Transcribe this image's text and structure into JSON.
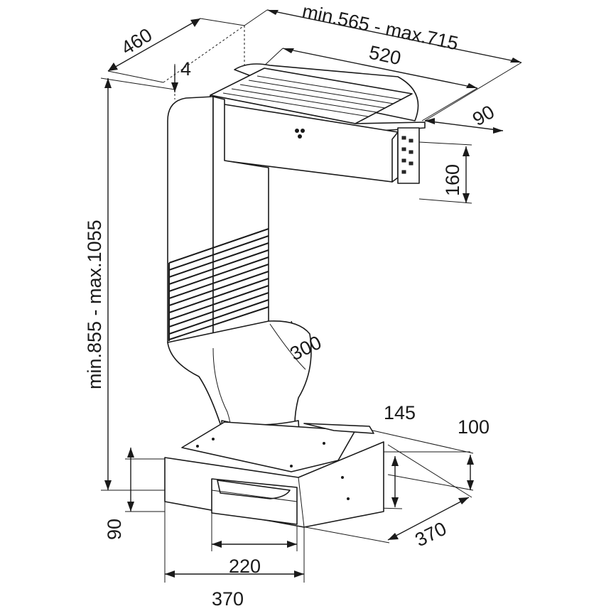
{
  "dimensions": {
    "width_range": "min.565 - max.715",
    "depth": "460",
    "offset_top": "4",
    "unit_width": "520",
    "unit_depth": "90",
    "unit_height": "160",
    "height_range": "min.855 - max.1055",
    "duct_diameter": "300",
    "box_145": "145",
    "box_100": "100",
    "box_height": "90",
    "box_side_depth": "370",
    "outlet_width": "220",
    "box_width": "370"
  }
}
